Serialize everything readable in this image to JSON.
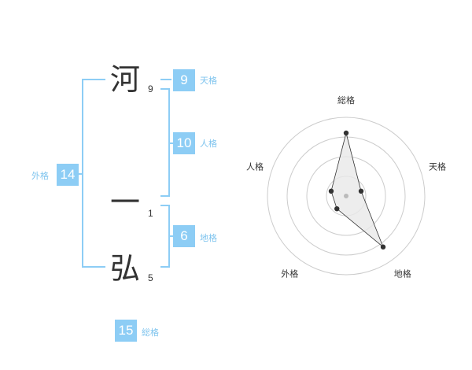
{
  "name": {
    "chars": [
      {
        "char": "河",
        "strokes": "9"
      },
      {
        "char": "一",
        "strokes": "1"
      },
      {
        "char": "弘",
        "strokes": "5"
      }
    ]
  },
  "fortune": {
    "tenkaku": {
      "label": "天格",
      "value": "9"
    },
    "jinkaku": {
      "label": "人格",
      "value": "10"
    },
    "chikaku": {
      "label": "地格",
      "value": "6"
    },
    "gaikaku": {
      "label": "外格",
      "value": "14"
    },
    "soukaku": {
      "label": "総格",
      "value": "15"
    }
  },
  "chart_data": {
    "type": "radar",
    "axes": [
      "総格",
      "天格",
      "地格",
      "外格",
      "人格"
    ],
    "values": [
      4,
      1,
      4,
      1,
      1
    ],
    "range": [
      0,
      5
    ],
    "rings": 4,
    "colors": {
      "fill": "#e8e8e8",
      "stroke": "#333333",
      "ring": "#cccccc",
      "center": "#bbbbbb"
    }
  }
}
